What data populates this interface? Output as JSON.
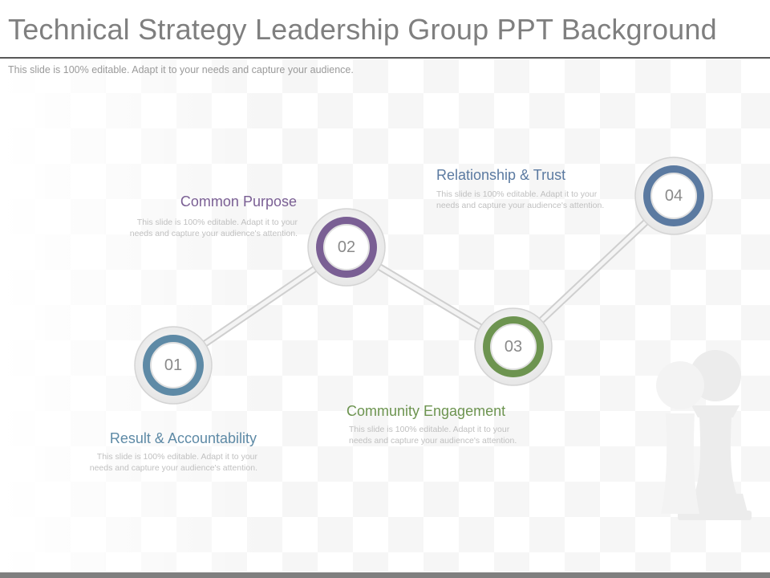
{
  "slide": {
    "title": "Technical Strategy Leadership Group PPT Background",
    "subtitle": "This slide is 100% editable. Adapt it to your needs and capture your audience."
  },
  "steps": [
    {
      "number": "01",
      "title": "Result & Accountability",
      "description_line1": "This slide is 100% editable. Adapt it to your",
      "description_line2": "needs and capture your audience's attention.",
      "color": "#5e8aa6"
    },
    {
      "number": "02",
      "title": "Common  Purpose",
      "description_line1": "This slide is 100% editable. Adapt it to your",
      "description_line2": "needs and capture your audience's attention.",
      "color": "#7a5f94"
    },
    {
      "number": "03",
      "title": "Community  Engagement",
      "description_line1": "This slide is 100% editable. Adapt it to your",
      "description_line2": "needs and capture your audience's attention.",
      "color": "#6d9450"
    },
    {
      "number": "04",
      "title": "Relationship  & Trust",
      "description_line1": "This slide is 100% editable. Adapt it to your",
      "description_line2": "needs and capture your audience's attention.",
      "color": "#5b7aa1"
    }
  ],
  "colors": {
    "title": "#7f7f7f",
    "rule": "#595959",
    "connector": "#d9d9d9"
  },
  "icons": [
    "chess-pawn-icon"
  ]
}
